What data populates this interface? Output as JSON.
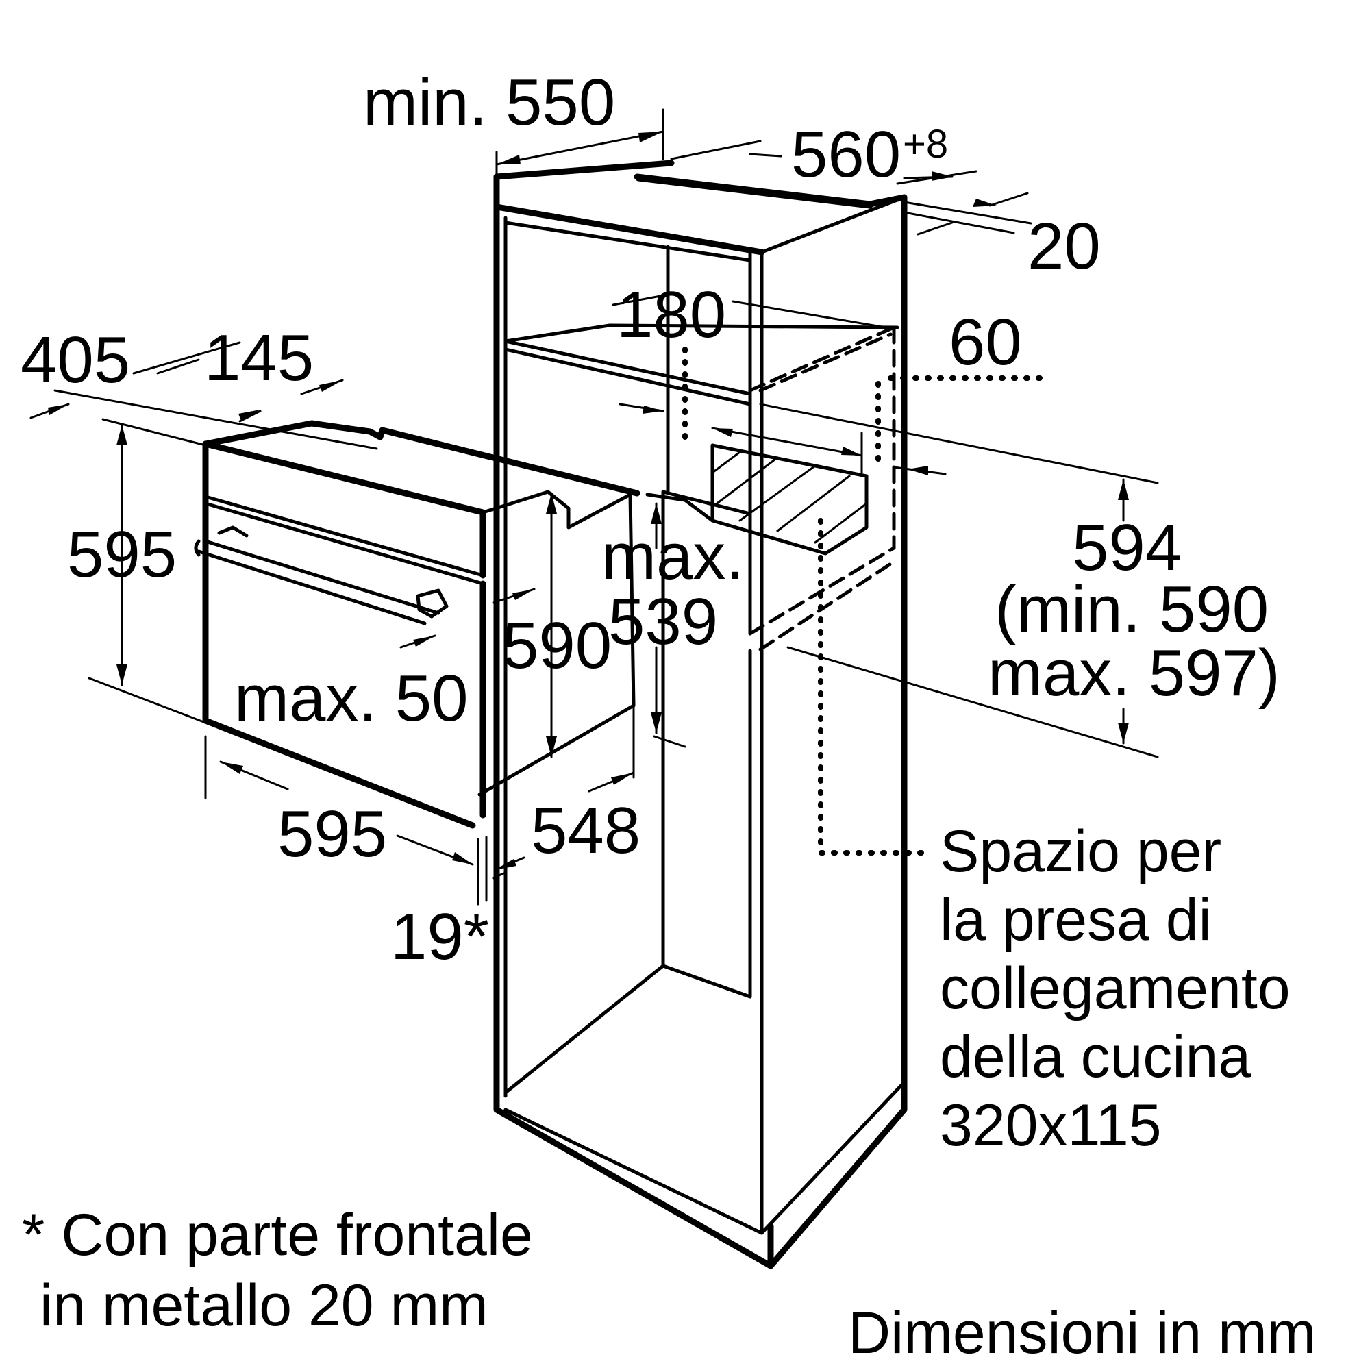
{
  "diagram": {
    "dimensions": {
      "cabinet_depth_min": "min. 550",
      "niche_width": "560",
      "niche_width_tolerance": "+8",
      "top_offset": "20",
      "shelf_gap": "180",
      "socket_offset": "60",
      "oven_depth_body": "405",
      "oven_depth_front": "145",
      "oven_height": "595",
      "niche_height": "594",
      "niche_height_min": "(min. 590",
      "niche_height_max": "max. 597)",
      "oven_inner_height": "590",
      "max_label": "max.",
      "socket_depth_max": "539",
      "handle_clearance": "max. 50",
      "oven_width": "595",
      "oven_inner_width": "548",
      "front_thickness": "19*"
    },
    "socket_note": {
      "line1": "Spazio per",
      "line2": "la presa di",
      "line3": "collegamento",
      "line4": "della cucina",
      "line5": "320x115"
    },
    "footnote": {
      "line1": "* Con parte frontale",
      "line2": "in metallo 20 mm"
    },
    "units_note": "Dimensioni in mm"
  }
}
